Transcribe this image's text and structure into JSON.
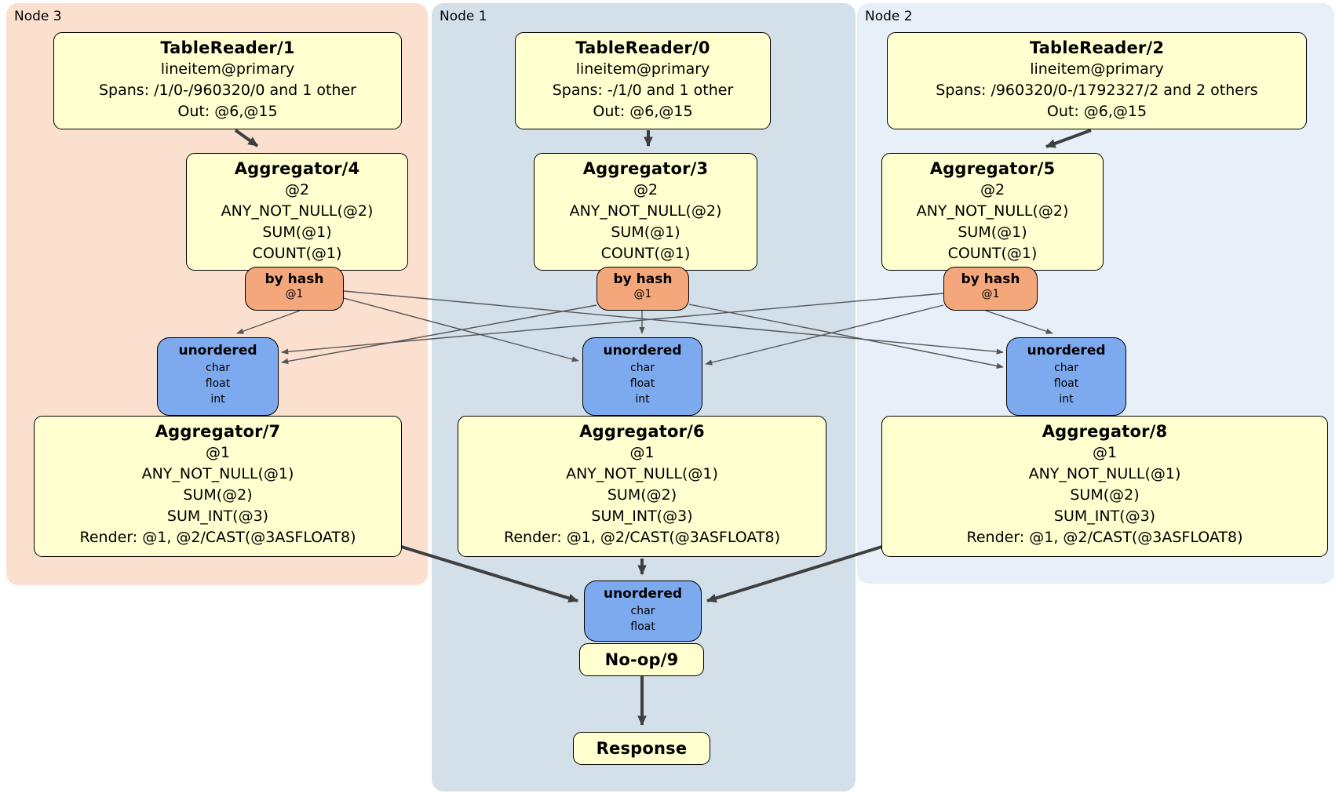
{
  "colors": {
    "node3_panel": "#fbe0d0",
    "node1_panel": "#d3e0ea",
    "node2_panel": "#e7eff8",
    "operator_box": "#ffffcf",
    "router_box": "#f5a77c",
    "sync_box": "#7da9ef",
    "edge": "#3f3f3f"
  },
  "nodes": [
    {
      "label": "Node 3",
      "table_reader": {
        "title": "TableReader/1",
        "index": "lineitem@primary",
        "spans": "Spans: /1/0-/960320/0 and 1 other",
        "out": "Out: @6,@15"
      },
      "aggregator_top": {
        "title": "Aggregator/4",
        "lines": [
          "@2",
          "ANY_NOT_NULL(@2)",
          "SUM(@1)",
          "COUNT(@1)"
        ]
      },
      "router": {
        "title": "by hash",
        "detail": "@1"
      },
      "sync": {
        "title": "unordered",
        "items": [
          "char",
          "float",
          "int"
        ]
      },
      "aggregator_bottom": {
        "title": "Aggregator/7",
        "lines": [
          "@1",
          "ANY_NOT_NULL(@1)",
          "SUM(@2)",
          "SUM_INT(@3)",
          "Render: @1, @2/CAST(@3ASFLOAT8)"
        ]
      }
    },
    {
      "label": "Node 1",
      "table_reader": {
        "title": "TableReader/0",
        "index": "lineitem@primary",
        "spans": "Spans: -/1/0 and 1 other",
        "out": "Out: @6,@15"
      },
      "aggregator_top": {
        "title": "Aggregator/3",
        "lines": [
          "@2",
          "ANY_NOT_NULL(@2)",
          "SUM(@1)",
          "COUNT(@1)"
        ]
      },
      "router": {
        "title": "by hash",
        "detail": "@1"
      },
      "sync": {
        "title": "unordered",
        "items": [
          "char",
          "float",
          "int"
        ]
      },
      "aggregator_bottom": {
        "title": "Aggregator/6",
        "lines": [
          "@1",
          "ANY_NOT_NULL(@1)",
          "SUM(@2)",
          "SUM_INT(@3)",
          "Render: @1, @2/CAST(@3ASFLOAT8)"
        ]
      }
    },
    {
      "label": "Node 2",
      "table_reader": {
        "title": "TableReader/2",
        "index": "lineitem@primary",
        "spans": "Spans: /960320/0-/1792327/2 and 2 others",
        "out": "Out: @6,@15"
      },
      "aggregator_top": {
        "title": "Aggregator/5",
        "lines": [
          "@2",
          "ANY_NOT_NULL(@2)",
          "SUM(@1)",
          "COUNT(@1)"
        ]
      },
      "router": {
        "title": "by hash",
        "detail": "@1"
      },
      "sync": {
        "title": "unordered",
        "items": [
          "char",
          "float",
          "int"
        ]
      },
      "aggregator_bottom": {
        "title": "Aggregator/8",
        "lines": [
          "@1",
          "ANY_NOT_NULL(@1)",
          "SUM(@2)",
          "SUM_INT(@3)",
          "Render: @1, @2/CAST(@3ASFLOAT8)"
        ]
      }
    }
  ],
  "final_stage": {
    "sync": {
      "title": "unordered",
      "items": [
        "char",
        "float"
      ]
    },
    "noop_label": "No-op/9",
    "response_label": "Response"
  }
}
